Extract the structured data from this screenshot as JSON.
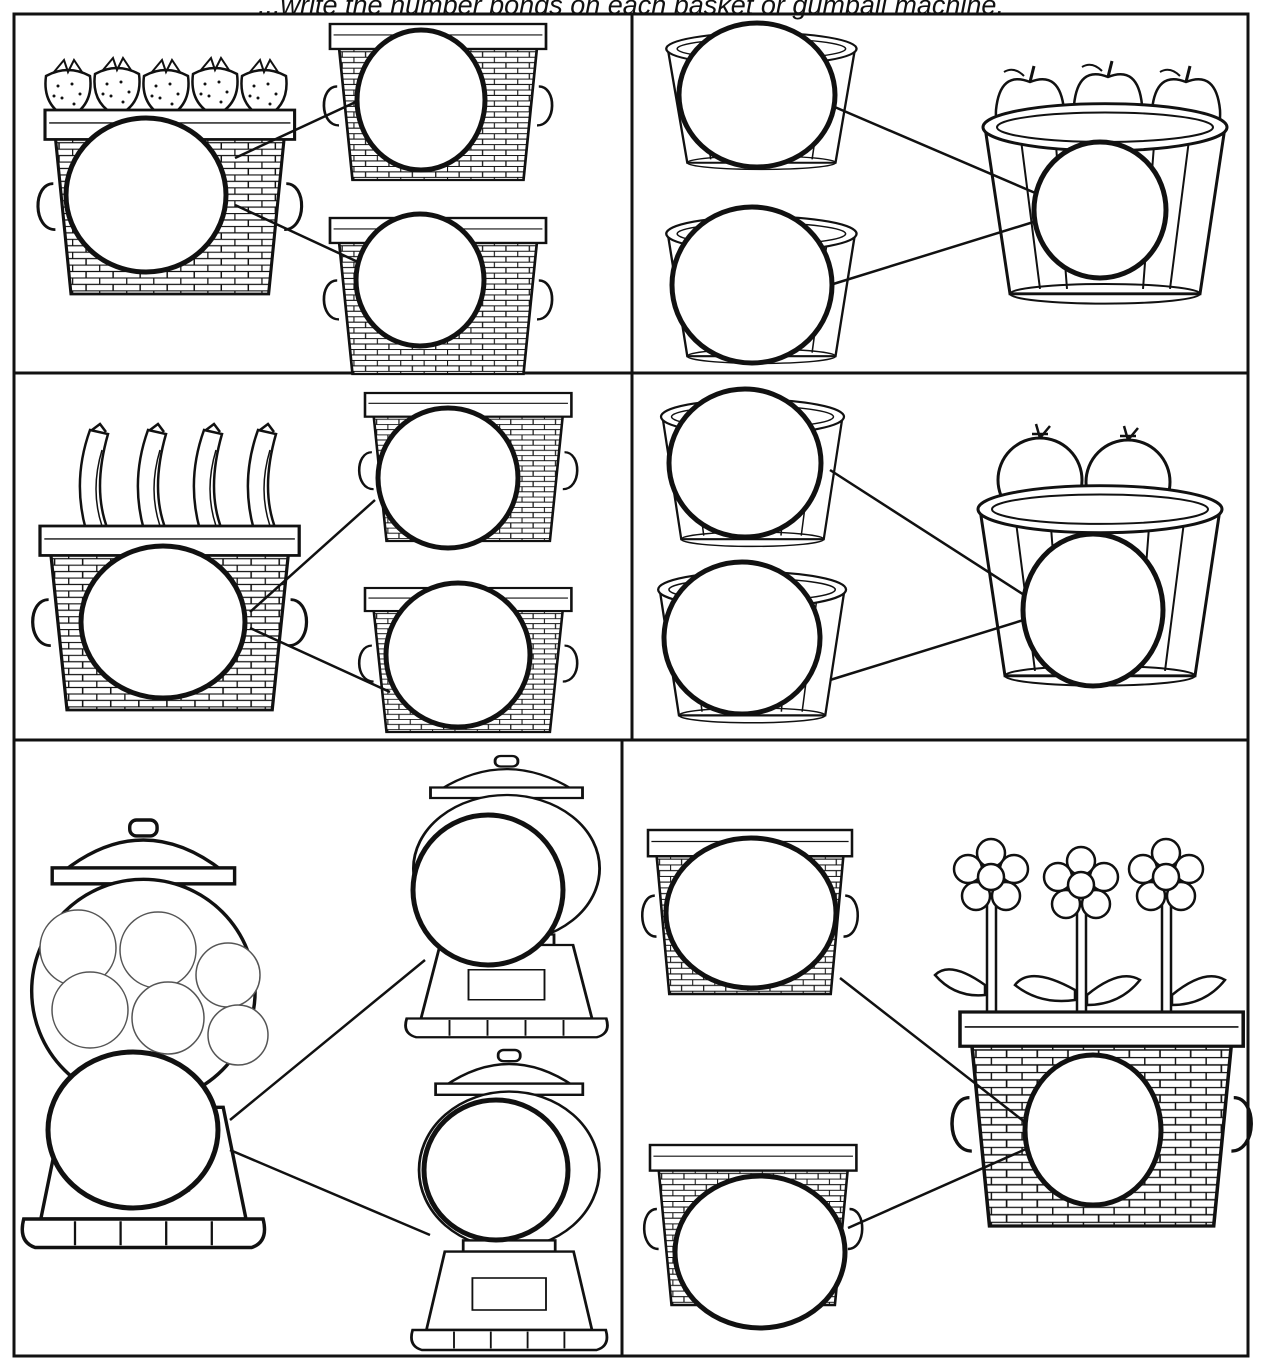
{
  "worksheet": {
    "instruction": "...write the number bonds on each basket or gumball machine.",
    "puzzles": [
      {
        "name": "strawberry-basket-bond",
        "whole_object": "wicker basket of strawberries",
        "part_object": "small wicker basket",
        "item_icon": "strawberry-icon",
        "item_count": 5
      },
      {
        "name": "apple-bucket-bond",
        "whole_object": "wooden bucket of apples",
        "part_object": "small wooden bucket",
        "item_icon": "apple-icon",
        "item_count": 3
      },
      {
        "name": "banana-basket-bond",
        "whole_object": "wicker basket of bananas",
        "part_object": "small wicker basket",
        "item_icon": "banana-icon",
        "item_count": 4
      },
      {
        "name": "orange-bucket-bond",
        "whole_object": "wooden bucket of oranges",
        "part_object": "small wooden bucket",
        "item_icon": "orange-icon",
        "item_count": 2
      },
      {
        "name": "gumball-machine-bond",
        "whole_object": "gumball machine",
        "part_object": "small gumball machine",
        "item_icon": "gumball-icon",
        "item_count": 6
      },
      {
        "name": "flower-basket-bond",
        "whole_object": "basket of flowers",
        "part_object": "small wicker basket",
        "item_icon": "flower-icon",
        "item_count": 3
      }
    ],
    "answer_circles_per_puzzle": 3,
    "answer_circles_filled": 0
  }
}
